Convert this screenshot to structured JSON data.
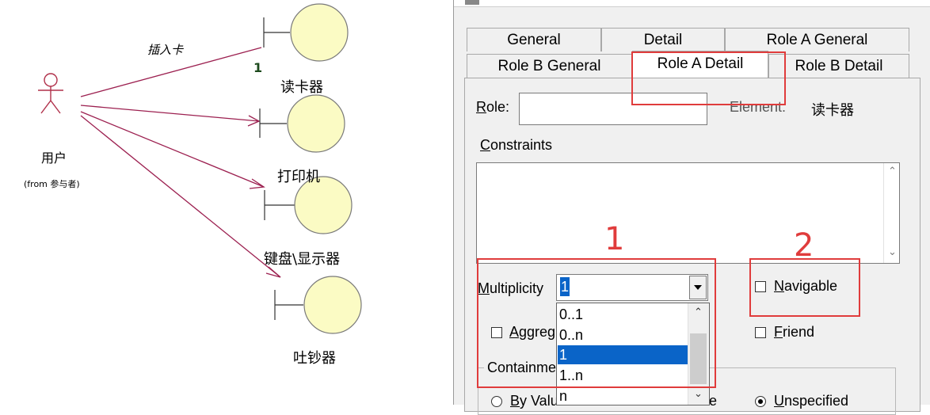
{
  "diagram": {
    "actor": {
      "name": "用户",
      "package": "(from 参与者)"
    },
    "association": {
      "label": "插入卡",
      "multiplicity": "1"
    },
    "boundaries": [
      {
        "name": "读卡器"
      },
      {
        "name": "打印机"
      },
      {
        "name": "键盘\\显示器"
      },
      {
        "name": "吐钞器"
      }
    ]
  },
  "dialog": {
    "tabs_row1": [
      "General",
      "Detail",
      "Role A General"
    ],
    "tabs_row2": [
      "Role B General",
      "Role A Detail",
      "Role B Detail"
    ],
    "active_tab": "Role A Detail",
    "role": {
      "label": "Role:",
      "value": ""
    },
    "element": {
      "label": "Element:",
      "value": "读卡器"
    },
    "constraints": {
      "label": "Constraints",
      "value": ""
    },
    "multiplicity": {
      "label": "Multiplicity",
      "value": "1",
      "options": [
        "0..1",
        "0..n",
        "1",
        "1..n",
        "n"
      ],
      "selected": "1"
    },
    "navigable": {
      "label": "Navigable",
      "checked": false
    },
    "aggregate": {
      "label": "Aggreg",
      "checked": false
    },
    "friend": {
      "label": "Friend",
      "checked": false
    },
    "containment": {
      "label": "Containme",
      "by_value": {
        "label": "By Valu",
        "selected": false
      },
      "by_ref": {
        "label": "e",
        "selected": false
      },
      "unspecified": {
        "label": "Unspecified",
        "selected": true
      }
    }
  },
  "annotations": [
    {
      "number": "1",
      "color": "#e03c3c"
    },
    {
      "number": "2",
      "color": "#e03c3c"
    }
  ],
  "colors": {
    "boundary_fill": "#fbfbc4",
    "association_line": "#9c2050",
    "selection": "#0a64c8",
    "annotation": "#e03c3c"
  }
}
